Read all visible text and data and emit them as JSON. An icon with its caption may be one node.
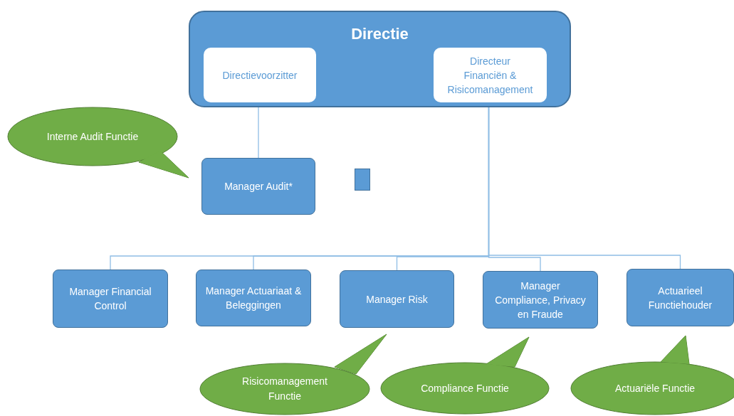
{
  "diagram": {
    "nodes": [
      {
        "text": [
          "Directie"
        ]
      },
      {
        "text": [
          "Directievoorzitter"
        ],
        "in": 0
      },
      {
        "text": [
          "Directeur Financiën & Risicomanagement"
        ],
        "in": 0
      },
      {
        "text": [
          "Interne Audit Functie"
        ]
      },
      {
        "text": [
          "Manager Audit*"
        ]
      },
      {
        "text": [],
        "shape": "box"
      },
      {
        "text": [
          "Manager Financial Control"
        ]
      },
      {
        "text": [
          "Manager Actuariaat & Beleggingen"
        ]
      },
      {
        "text": [
          "Manager Risk"
        ]
      },
      {
        "text": [
          "Manager Compliance, Privacy en Fraude"
        ]
      },
      {
        "text": [
          "Actuarieel Functiehouder"
        ]
      },
      {
        "text": [
          "Risicomanagement Functie"
        ]
      },
      {
        "text": [
          "Compliance Functie"
        ]
      },
      {
        "text": [
          "Actuariële Functie"
        ]
      }
    ],
    "edges": [
      {
        "from": 1,
        "to": 4,
        "arrow": "none"
      },
      {
        "from": 2,
        "to": 6,
        "arrow": "none"
      },
      {
        "from": 2,
        "to": 7,
        "arrow": "none"
      },
      {
        "from": 2,
        "to": 8,
        "arrow": "none"
      },
      {
        "from": 2,
        "to": 9,
        "arrow": "none"
      },
      {
        "from": 2,
        "to": 10,
        "arrow": "none"
      }
    ]
  }
}
